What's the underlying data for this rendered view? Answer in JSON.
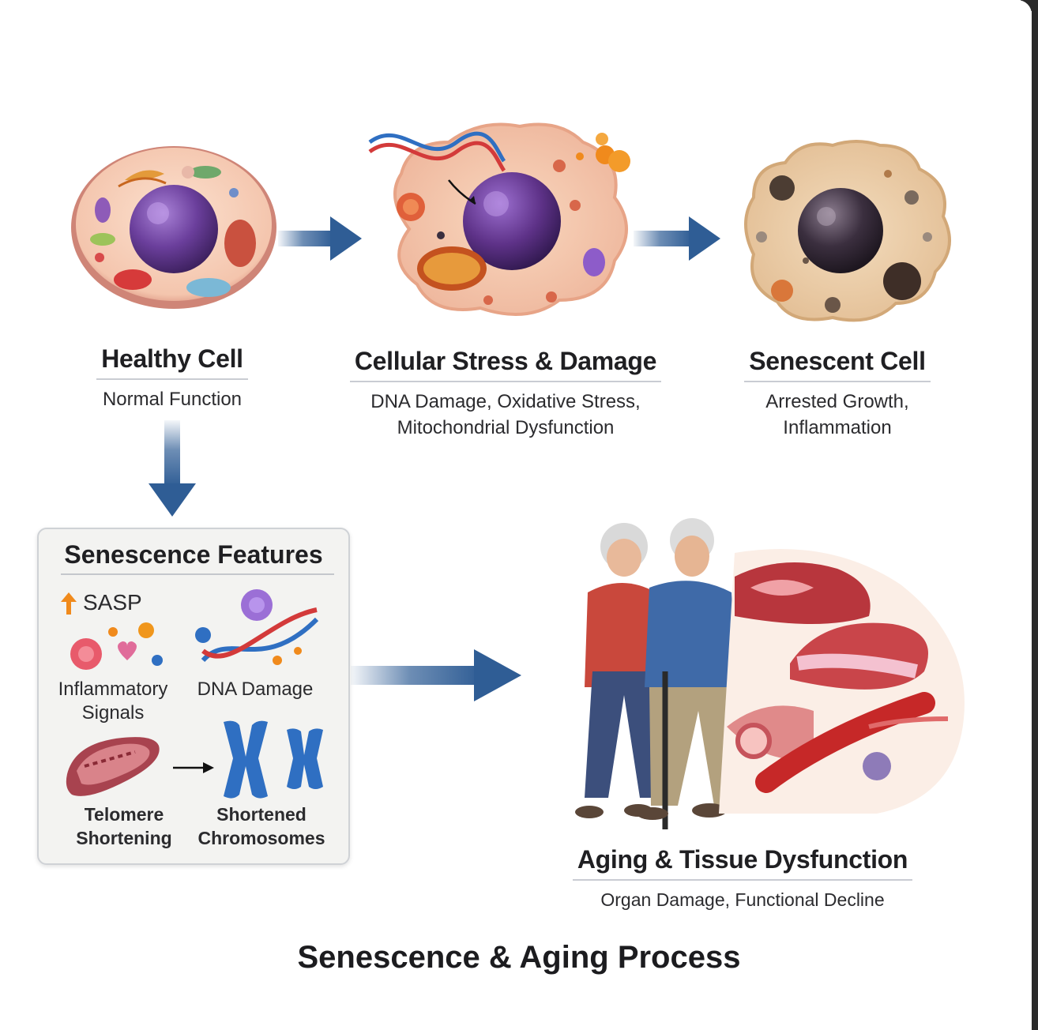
{
  "stages": [
    {
      "title": "Healthy Cell",
      "subtitle_lines": [
        "Normal Function"
      ]
    },
    {
      "title": "Cellular Stress & Damage",
      "subtitle_lines": [
        "DNA Damage, Oxidative Stress,",
        "Mitochondrial Dysfunction"
      ]
    },
    {
      "title": "Senescent Cell",
      "subtitle_lines": [
        "Arrested Growth,",
        "Inflammation"
      ]
    }
  ],
  "features": {
    "title": "Senescence Features",
    "sasp_label": "SASP",
    "inflammatory_lines": [
      "Inflammatory",
      "Signals"
    ],
    "dna_damage": "DNA Damage",
    "telomere_lines": [
      "Telomere",
      "Shortening"
    ],
    "chromosome_lines": [
      "Shortened",
      "Chromosomes"
    ]
  },
  "outcome": {
    "title": "Aging & Tissue Dysfunction",
    "subtitle": "Organ Damage, Functional Decline"
  },
  "main_title": "Senescence & Aging Process",
  "colors": {
    "arrow": "#2f5d95",
    "cell_membrane": "#f1c6b5",
    "nucleus_healthy": "#6b3f9c",
    "nucleus_senescent": "#3b2f3f",
    "sasp_arrow": "#f08a1c",
    "chromosome": "#2f6fc2"
  }
}
